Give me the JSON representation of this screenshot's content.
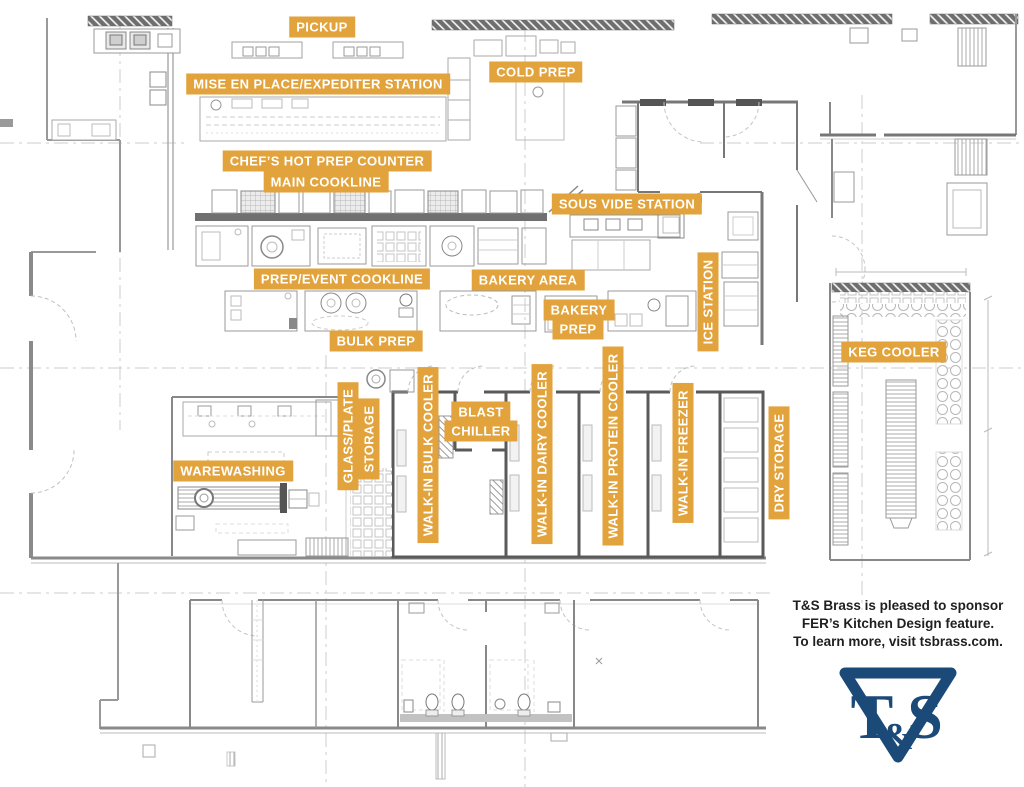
{
  "palette": {
    "label_bg": "#E2A33C",
    "label_text": "#FFFFFF",
    "logo_blue": "#1B4A78",
    "sponsor_text": "#1F1F1F",
    "wall_dark": "#5A5A5A",
    "line_light": "#BFBFBF"
  },
  "labels": {
    "pickup": "PICKUP",
    "mise_en_place": "MISE EN PLACE/EXPEDITER STATION",
    "cold_prep": "COLD PREP",
    "chefs_hot_prep": "CHEF’S HOT PREP COUNTER",
    "main_cookline": "MAIN COOKLINE",
    "sous_vide_station": "SOUS VIDE STATION",
    "prep_event_cookline": "PREP/EVENT COOKLINE",
    "bakery_area": "BAKERY AREA",
    "bakery_prep": {
      "line1": "BAKERY",
      "line2": "PREP"
    },
    "bulk_prep": "BULK PREP",
    "ice_station": "ICE STATION",
    "keg_cooler": "KEG COOLER",
    "glass_plate_storage": {
      "line1": "GLASS/PLATE",
      "line2": "STORAGE"
    },
    "blast_chiller": {
      "line1": "BLAST",
      "line2": "CHILLER"
    },
    "walk_in_bulk_cooler": "WALK-IN BULK COOLER",
    "walk_in_dairy_cooler": "WALK-IN DAIRY COOLER",
    "walk_in_protein_cooler": "WALK-IN PROTEIN COOLER",
    "walk_in_freezer": "WALK-IN FREEZER",
    "dry_storage": "DRY STORAGE",
    "warewashing": "WAREWASHING"
  },
  "sponsor": {
    "line1": "T&S Brass is pleased to sponsor",
    "line2": "FER’s Kitchen Design feature.",
    "line3": "To learn more, visit tsbrass.com."
  },
  "logo": {
    "t": "T",
    "amp": "&",
    "s": "S"
  }
}
